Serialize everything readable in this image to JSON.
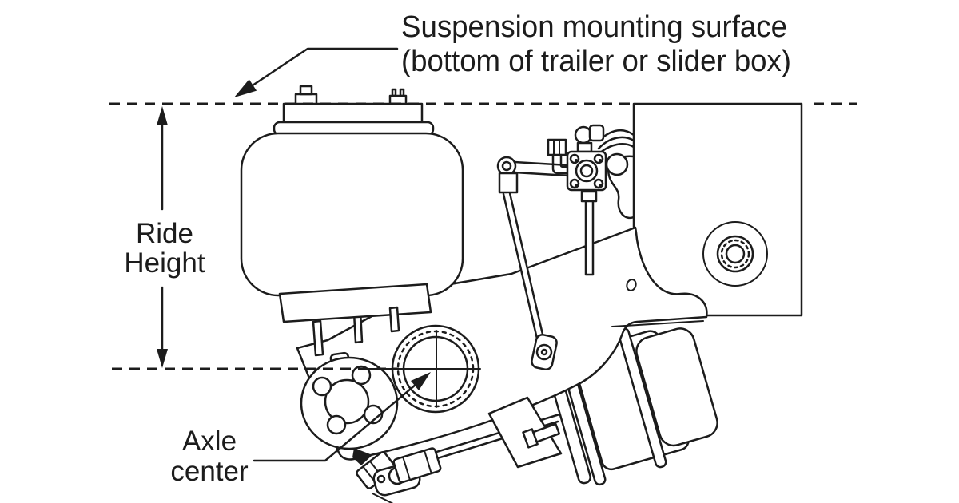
{
  "diagram": {
    "background_color": "#ffffff",
    "ink_color": "#1c1c1c",
    "labels": {
      "mounting_surface_line1": "Suspension mounting surface",
      "mounting_surface_line2": "(bottom of trailer or slider box)",
      "ride_height_line1": "Ride",
      "ride_height_line2": "Height",
      "axle_center_line1": "Axle",
      "axle_center_line2": "center"
    }
  }
}
